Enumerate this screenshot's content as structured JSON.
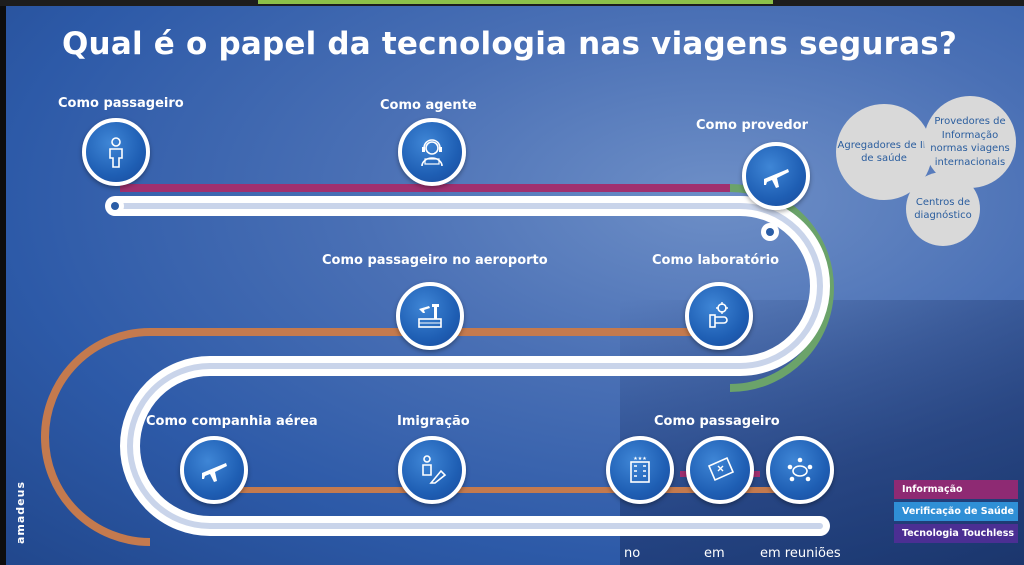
{
  "title": "Qual é o papel da tecnologia nas viagens seguras?",
  "stages": {
    "passageiro": "Como passageiro",
    "agente": "Como agente",
    "provedor": "Como provedor",
    "aeroporto": "Como passageiro no aeroporto",
    "laboratorio": "Como laboratório",
    "companhia": "Como companhia aérea",
    "imigracao": "Imigração",
    "passageiro_final": "Como passageiro"
  },
  "bottom_words": [
    "no",
    "em",
    "em reuniões"
  ],
  "bubbles": {
    "agregadores": "Agregadores de ID de saúde",
    "provedores": "Provedores de Informação normas viagens internacionais",
    "centros": "Centros de diagnóstico"
  },
  "legend": [
    {
      "label": "Informação",
      "color": "#8e2a73"
    },
    {
      "label": "Verificação de Saúde",
      "color": "#2f8fd6"
    },
    {
      "label": "Tecnologia Touchless",
      "color": "#4b2f93"
    }
  ],
  "brand": "amadeus",
  "colors": {
    "information": "#a0306f",
    "health": "#6ba36a",
    "touchless": "#c47a4e",
    "track": "#ffffff"
  },
  "icons": [
    "person-icon",
    "agent-headset-icon",
    "airplane-icon",
    "airport-icon",
    "lab-icon",
    "airplane-icon",
    "immigration-icon",
    "hotel-icon",
    "ticket-icon",
    "meeting-icon"
  ]
}
